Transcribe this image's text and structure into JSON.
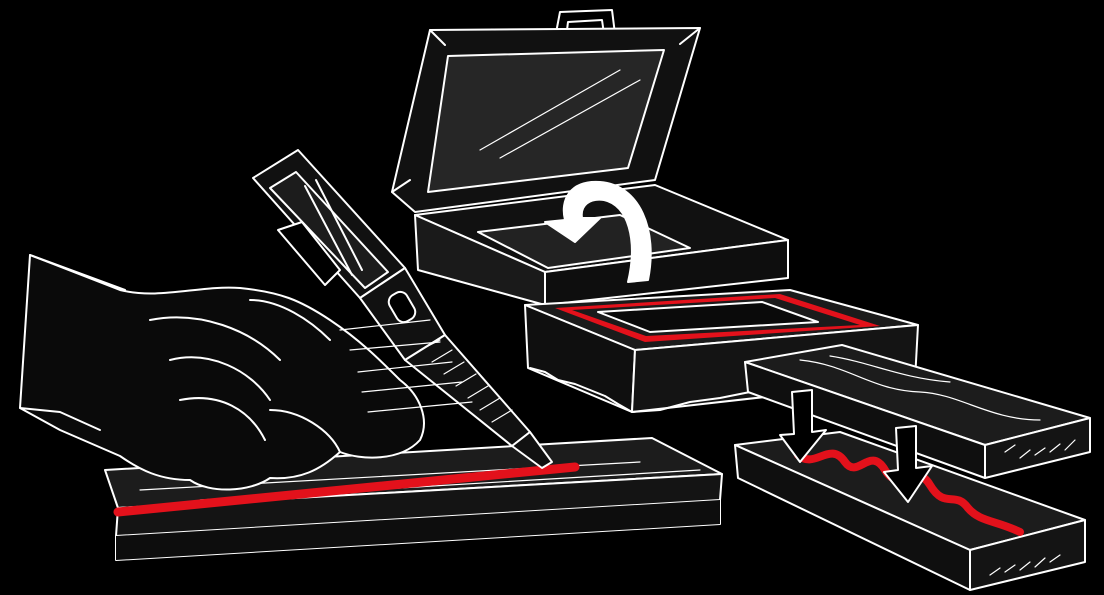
{
  "illustration": {
    "theme": "glue application steps",
    "background_color": "#000000",
    "line_color": "#ffffff",
    "accent_color": "#e3111b",
    "panel_dark": "#1c1c1c",
    "panel_mid": "#262626",
    "icons": [
      "hand-with-glue-gun",
      "glue-gun",
      "open-case",
      "curved-arrow",
      "frame-tray",
      "wood-boards",
      "down-arrows",
      "glue-bead"
    ]
  }
}
